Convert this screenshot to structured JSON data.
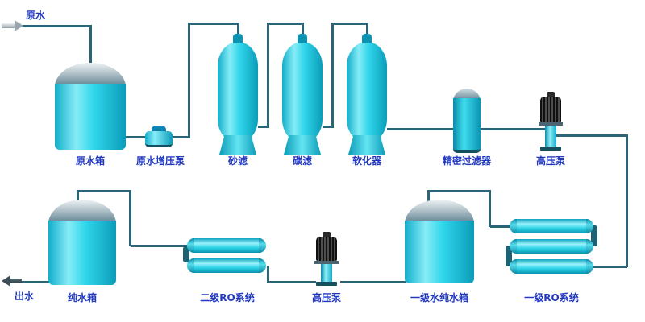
{
  "diagram": {
    "colors": {
      "pipe": "#2a6577",
      "equipment": "#2fd6ea",
      "label": "#2038c0",
      "background": "#ffffff"
    },
    "inlet": {
      "label": "原水"
    },
    "outlet": {
      "label": "出水"
    },
    "top_row": {
      "raw_water_tank": "原水箱",
      "booster_pump": "原水增压泵",
      "sand_filter": "砂滤",
      "carbon_filter": "碳滤",
      "softener": "软化器",
      "precision_filter": "精密过滤器",
      "high_pressure_pump": "高压泵"
    },
    "bottom_row": {
      "pure_water_tank": "纯水箱",
      "stage2_ro_system": "二级RO系统",
      "high_pressure_pump": "高压泵",
      "stage1_pure_water_tank": "一级水纯水箱",
      "stage1_ro_system": "一级RO系统"
    }
  }
}
